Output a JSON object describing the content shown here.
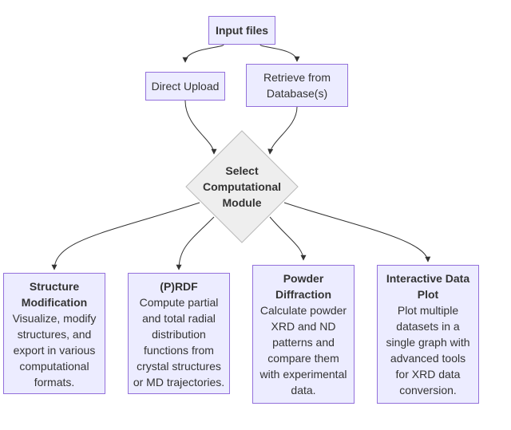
{
  "nodes": {
    "input_files": "Input files",
    "direct_upload": "Direct Upload",
    "retrieve_db": "Retrieve from\nDatabase(s)",
    "select_module": "Select\nComputational\nModule",
    "structure_mod": {
      "title": "Structure\nModification",
      "desc": "Visualize, modify\nstructures, and\nexport in various\ncomputational\nformats."
    },
    "prdf": {
      "title": "(P)RDF",
      "desc": "Compute partial\nand total radial\ndistribution\nfunctions from\ncrystal structures\nor MD trajectories."
    },
    "powder": {
      "title": "Powder\nDiffraction",
      "desc": "Calculate powder\nXRD and ND\npatterns and\ncompare them\nwith experimental\ndata."
    },
    "interactive": {
      "title": "Interactive Data\nPlot",
      "desc": "Plot multiple\ndatasets in a\nsingle graph with\nadvanced tools\nfor XRD data\nconversion."
    }
  },
  "colors": {
    "node_fill": "#ECECFF",
    "node_border": "#9370DB",
    "decision_fill": "#EEEEEE",
    "decision_border": "#BBBBBB",
    "edge": "#333333"
  }
}
